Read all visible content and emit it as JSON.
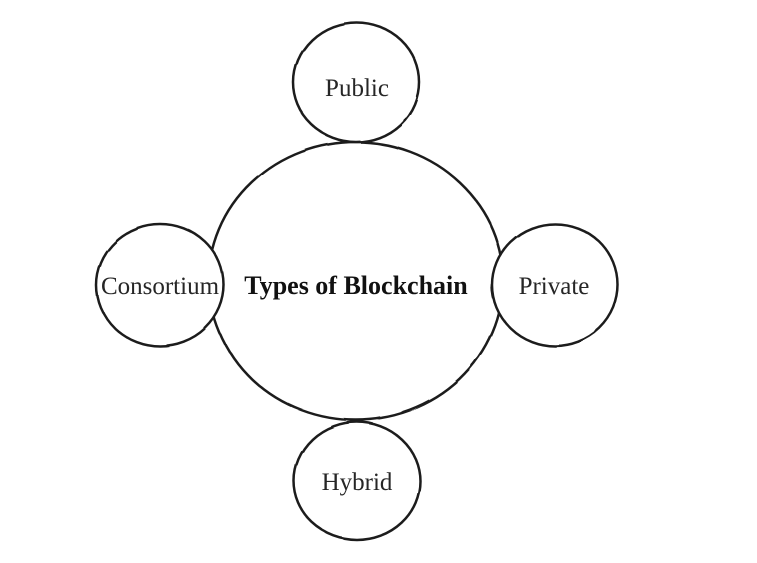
{
  "diagram": {
    "title": "Types of Blockchain",
    "center": {
      "label": "Types of Blockchain"
    },
    "nodes": [
      {
        "id": "public",
        "label": "Public",
        "position": "top"
      },
      {
        "id": "consortium",
        "label": "Consortium",
        "position": "left"
      },
      {
        "id": "private",
        "label": "Private",
        "position": "right"
      },
      {
        "id": "hybrid",
        "label": "Hybrid",
        "position": "bottom"
      }
    ],
    "colors": {
      "stroke": "#1c1c1c",
      "text": "#262626",
      "center_text": "#111111",
      "background": "#ffffff"
    }
  }
}
